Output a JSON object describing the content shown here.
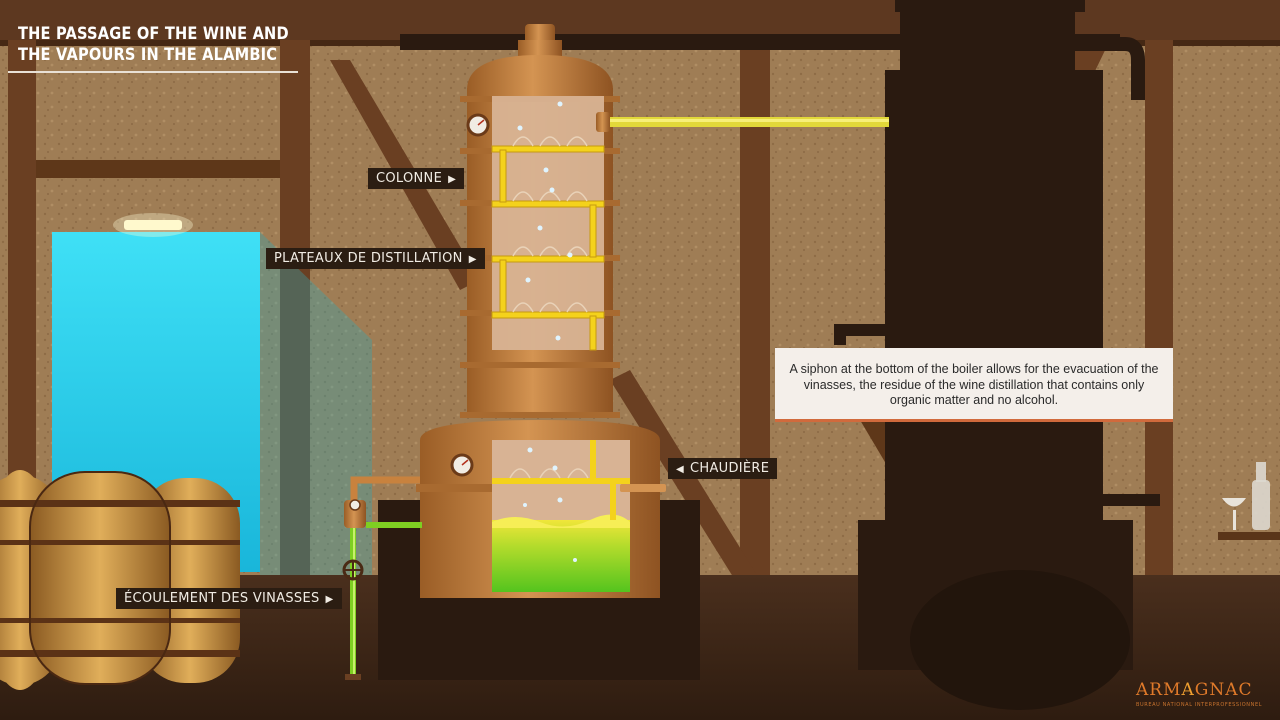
{
  "title": {
    "line1": "THE PASSAGE OF THE WINE AND",
    "line2": "THE VAPOURS IN THE ALAMBIC"
  },
  "labels": {
    "colonne": "COLONNE",
    "plateaux": "PLATEAUX DE DISTILLATION",
    "chaudiere": "CHAUDIÈRE",
    "ecoulement": "ÉCOULEMENT DES VINASSES"
  },
  "info_text": "A siphon at the bottom of the boiler allows for the evacuation of the vinasses, the residue of the wine distillation that contains only organic matter and no alcohol.",
  "logo": {
    "text_left": "ARM",
    "text_a": "A",
    "text_right": "GNAC",
    "subtitle": "BUREAU NATIONAL INTERPROFESSIONNEL"
  },
  "colors": {
    "copper": "#c8823e",
    "copper_dark": "#8a5220",
    "liquid_green": "#7ecf22",
    "liquid_yellow": "#e8e23a",
    "wall": "#9c7a52",
    "window": "#3ad7ef",
    "label_bg": "#2b1d12",
    "info_accent": "#d16a3c",
    "logo": "#e07a2a"
  }
}
